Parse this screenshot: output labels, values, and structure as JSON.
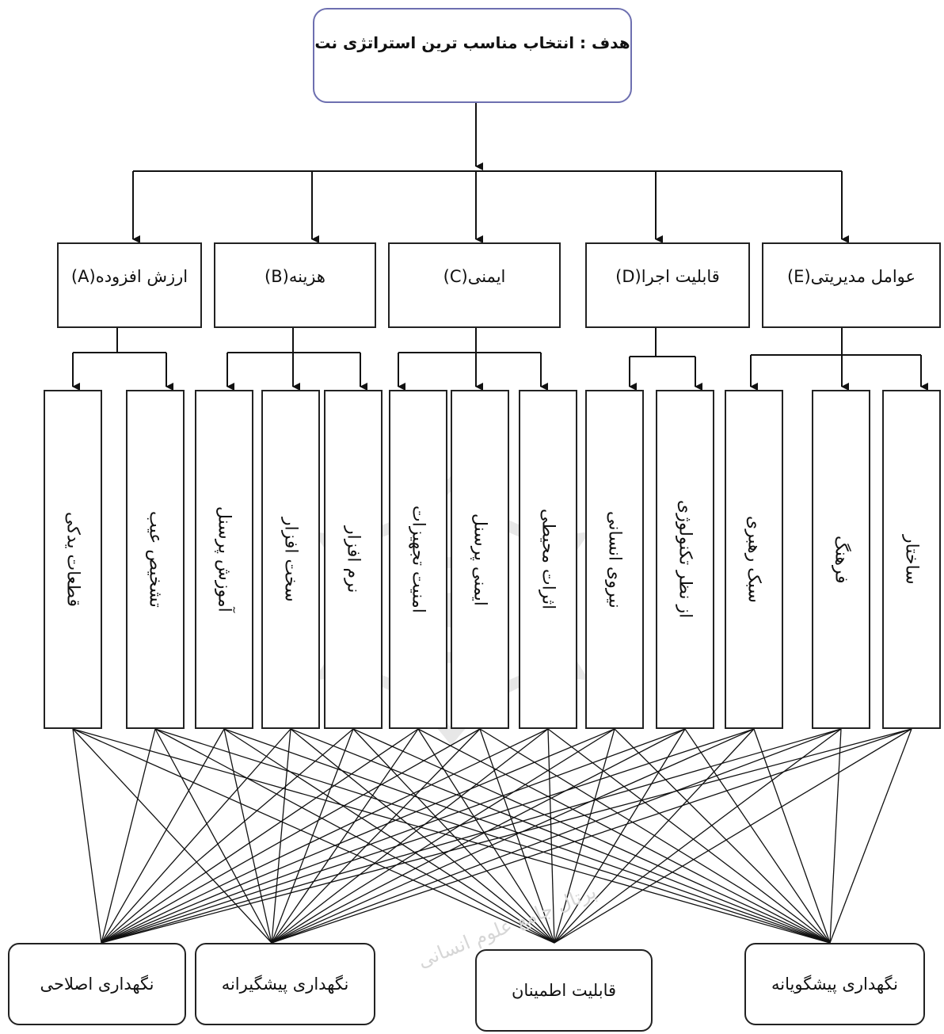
{
  "goal": "هدف : انتخاب مناسب ترین استراتژی نت",
  "criteria": [
    {
      "label": "ارزش افزوده(A)"
    },
    {
      "label": "هزینه(B)"
    },
    {
      "label": "ایمنی(C)"
    },
    {
      "label": "قابلیت اجرا(D)"
    },
    {
      "label": "عوامل مدیریتی(E)"
    }
  ],
  "subcriteria": [
    {
      "label": "قطعات یدکی"
    },
    {
      "label": "تشخیص عیب"
    },
    {
      "label": "آموزش پرسنل"
    },
    {
      "label": "سخت افزار"
    },
    {
      "label": "نرم افزار"
    },
    {
      "label": "امنیت تجهیزات"
    },
    {
      "label": "ایمنی پرسنل"
    },
    {
      "label": "اثرات محیطی"
    },
    {
      "label": "نیروی انسانی"
    },
    {
      "label": "از نظر تکنولوژی"
    },
    {
      "label": "سبک رهبری"
    },
    {
      "label": "فرهنگ"
    },
    {
      "label": "ساختار"
    }
  ],
  "alternatives": [
    {
      "label": "نگهداری اصلاحی"
    },
    {
      "label": "نگهداری پیشگیرانه"
    },
    {
      "label": "قابلیت اطمینان"
    },
    {
      "label": "نگهداری پیشگویانه"
    }
  ],
  "watermark": {
    "text": "پرتال جامع علوم انسانی"
  },
  "colors": {
    "line": "#111111",
    "goal_border": "#6d6fb0",
    "watermark": "#9a9a9a"
  }
}
